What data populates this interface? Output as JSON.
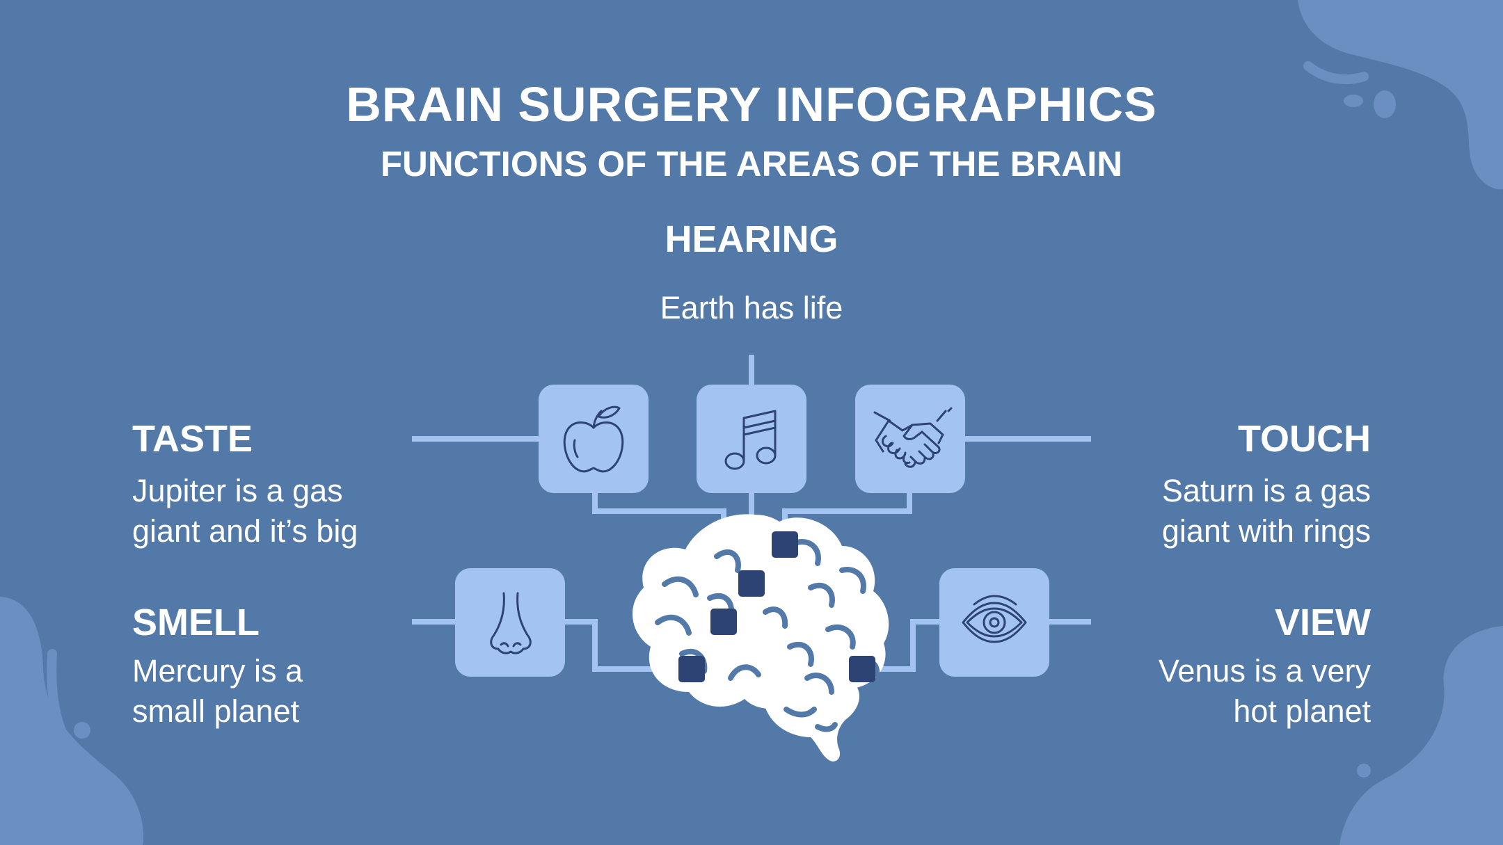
{
  "title": "BRAIN SURGERY INFOGRAPHICS",
  "subtitle": "FUNCTIONS OF THE AREAS OF THE BRAIN",
  "colors": {
    "background": "#5379a8",
    "blob": "#6b8fc0",
    "line": "#a3c4f3",
    "tile": "#a3c4f3",
    "node": "#2d4373",
    "icon_stroke": "#2d4373",
    "text": "#ffffff"
  },
  "areas": {
    "hearing": {
      "label": "HEARING",
      "text": "Earth has life",
      "icon": "music-note-icon"
    },
    "taste": {
      "label": "TASTE",
      "text": "Jupiter is a gas\ngiant and it’s big",
      "icon": "apple-icon"
    },
    "touch": {
      "label": "TOUCH",
      "text": "Saturn is a gas\ngiant with rings",
      "icon": "handshake-icon"
    },
    "smell": {
      "label": "SMELL",
      "text": "Mercury is a\nsmall planet",
      "icon": "nose-icon"
    },
    "view": {
      "label": "VIEW",
      "text": "Venus is a very\nhot planet",
      "icon": "eye-icon"
    }
  },
  "center_icon": "brain-icon"
}
